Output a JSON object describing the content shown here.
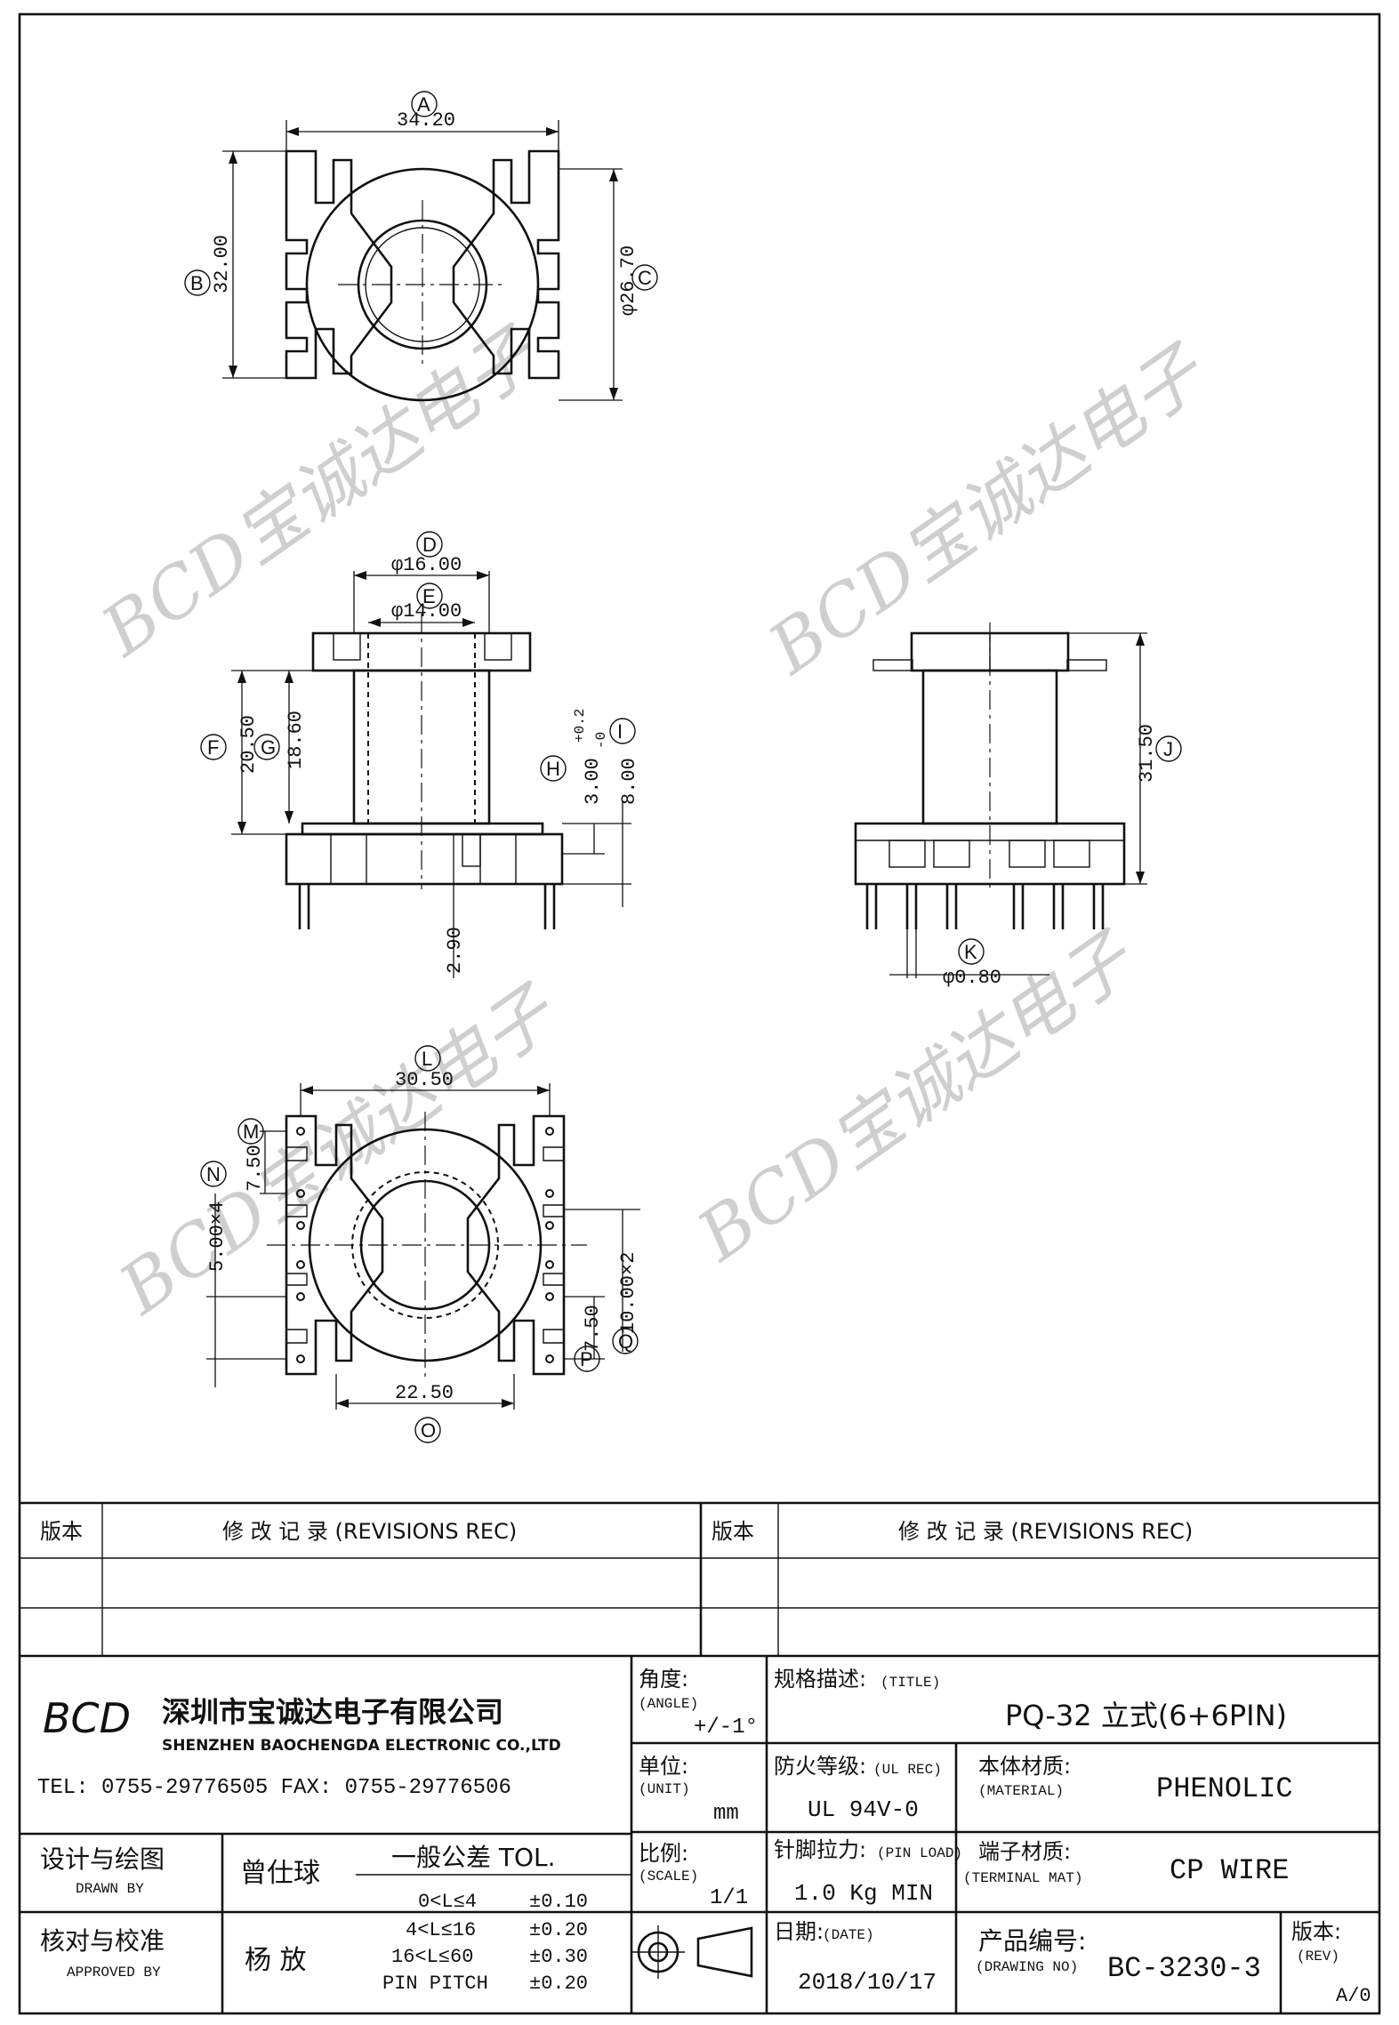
{
  "views": {
    "top": {
      "dim_a": "34.20",
      "dim_b": "32.00",
      "dim_c": "φ26.70",
      "tag_a": "A",
      "tag_b": "B",
      "tag_c": "C"
    },
    "front": {
      "dim_d": "φ16.00",
      "dim_e": "φ14.00",
      "dim_f": "20.50",
      "dim_g": "18.60",
      "dim_h": "3.00",
      "dim_h_tol_plus": "+0.2",
      "dim_h_tol_minus": "-0",
      "dim_i": "8.00",
      "dim_bottom": "2.90",
      "tag_d": "D",
      "tag_e": "E",
      "tag_f": "F",
      "tag_g": "G",
      "tag_h": "H",
      "tag_i": "I"
    },
    "side": {
      "dim_j": "31.50",
      "dim_k": "φ0.80",
      "tag_j": "J",
      "tag_k": "K"
    },
    "bottom": {
      "dim_l": "30.50",
      "dim_m": "7.50",
      "dim_n": "5.00×4",
      "dim_o": "22.50",
      "dim_p": "7.50",
      "dim_q": "10.00×2",
      "tag_l": "L",
      "tag_m": "M",
      "tag_n": "N",
      "tag_o": "O",
      "tag_p": "P",
      "tag_q": "Q"
    }
  },
  "watermark": {
    "text": "BCD宝诚达电子"
  },
  "title_block": {
    "rev_header": "版本",
    "rev_record": "修  改  记  录  (REVISIONS REC)",
    "rev_header2": "版本",
    "rev_record2": "修  改  记  录  (REVISIONS REC)",
    "company_logo": "BCD",
    "company_cn": "深圳市宝诚达电子有限公司",
    "company_en": "SHENZHEN BAOCHENGDA ELECTRONIC CO.,LTD",
    "tel_fax": "TEL: 0755-29776505  FAX: 0755-29776506",
    "angle_label": "角度:",
    "angle_en": "(ANGLE)",
    "angle_value": "+/-1°",
    "title_label": "规格描述:",
    "title_en": "(TITLE)",
    "title_value": "PQ-32 立式(6+6PIN)",
    "unit_label": "单位:",
    "unit_en": "(UNIT)",
    "unit_value": "mm",
    "ul_label": "防火等级:",
    "ul_en": "(UL REC)",
    "ul_value": "UL 94V-0",
    "material_label": "本体材质:",
    "material_en": "(MATERIAL)",
    "material_value": "PHENOLIC",
    "drawn_label": "设计与绘图",
    "drawn_en": "DRAWN BY",
    "drawn_name": "曾仕球",
    "tol_header": "一般公差 TOL.",
    "tol_rows": [
      {
        "range": "0<L≤4",
        "value": "±0.10"
      },
      {
        "range": "4<L≤16",
        "value": "±0.20"
      },
      {
        "range": "16<L≤60",
        "value": "±0.30"
      },
      {
        "range": "PIN PITCH",
        "value": "±0.20"
      }
    ],
    "scale_label": "比例:",
    "scale_en": "(SCALE)",
    "scale_value": "1/1",
    "pin_load_label": "针脚拉力:",
    "pin_load_en": "(PIN LOAD)",
    "pin_load_value": "1.0 Kg MIN",
    "terminal_label": "端子材质:",
    "terminal_en": "(TERMINAL MAT)",
    "terminal_value": "CP WIRE",
    "approved_label": "核对与校准",
    "approved_en": "APPROVED BY",
    "approved_name": "杨   放",
    "date_label": "日期:",
    "date_en": "(DATE)",
    "date_value": "2018/10/17",
    "drawing_no_label": "产品编号:",
    "drawing_no_en": "(DRAWING NO)",
    "drawing_no_value": "BC-3230-3",
    "rev_label": "版本:",
    "rev_en": "(REV)",
    "rev_value": "A/0"
  }
}
